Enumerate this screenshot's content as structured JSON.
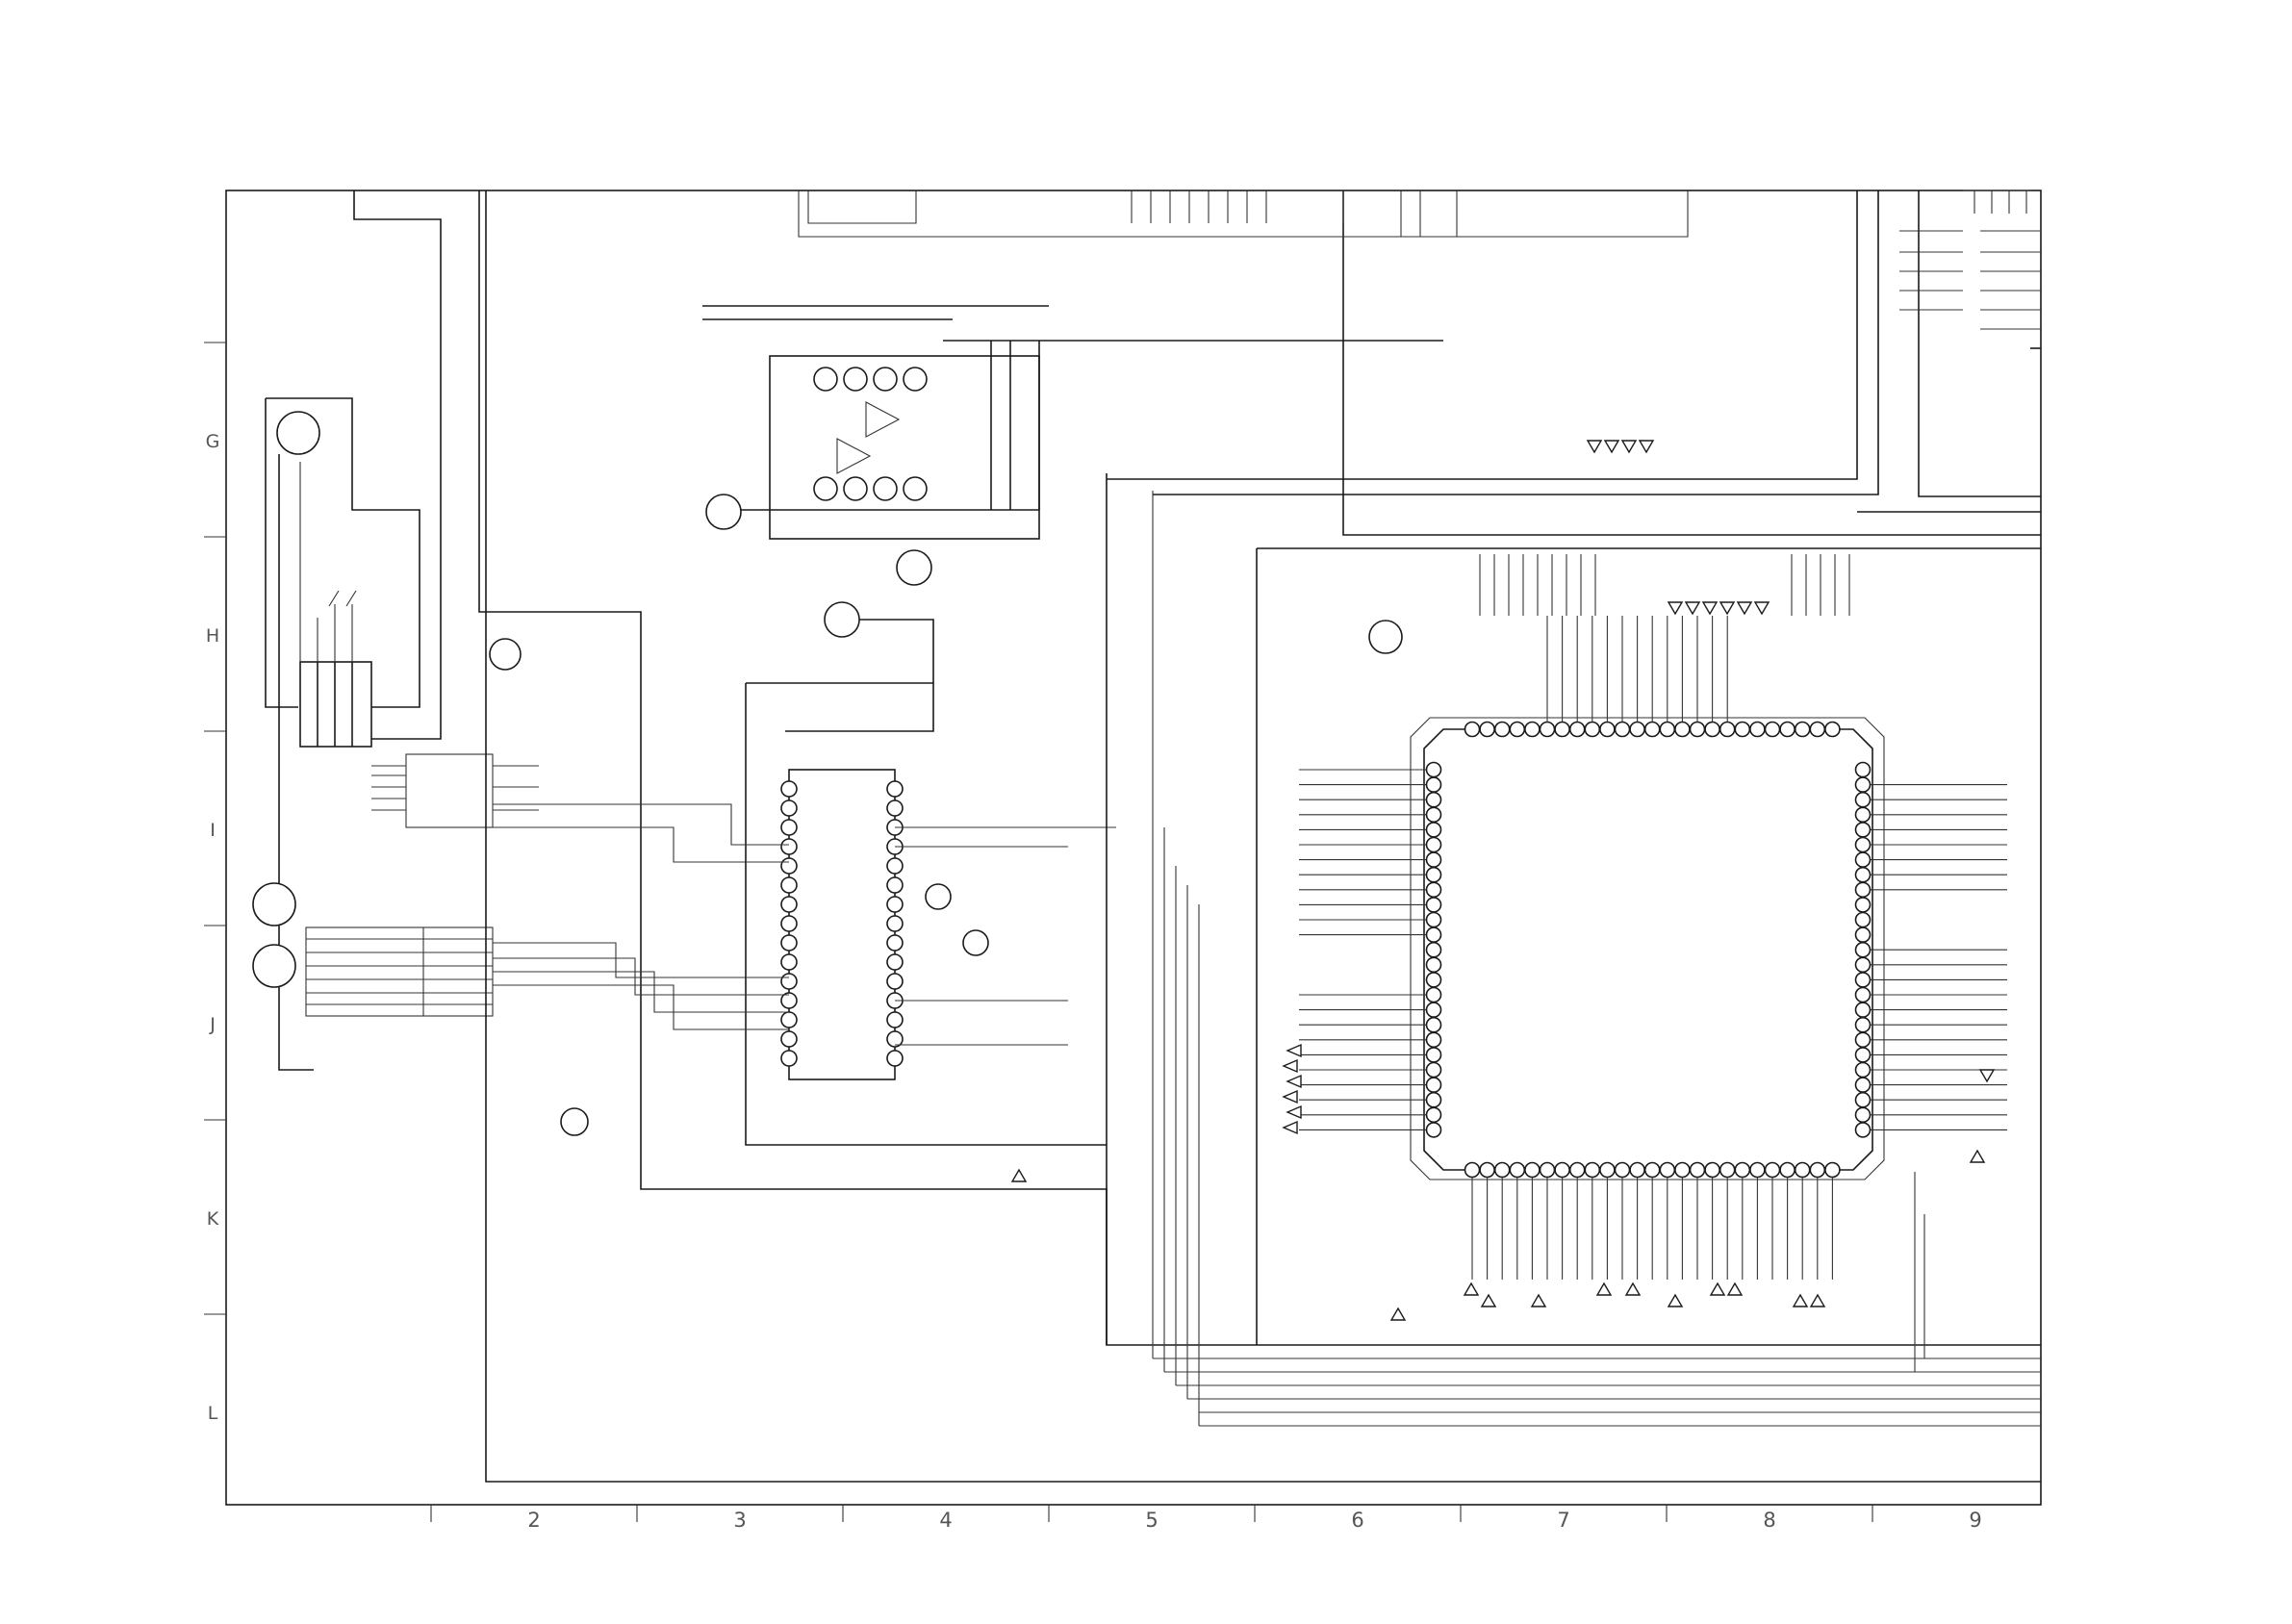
{
  "sheet": {
    "row_labels": [
      "G",
      "H",
      "I",
      "J",
      "K",
      "L"
    ],
    "column_labels": [
      "2",
      "3",
      "4",
      "5",
      "6",
      "7",
      "8",
      "9"
    ]
  },
  "colors": {
    "ink": "#1a1a1a",
    "paper": "#ffffff",
    "label": "#555555",
    "faint": "#888888"
  }
}
